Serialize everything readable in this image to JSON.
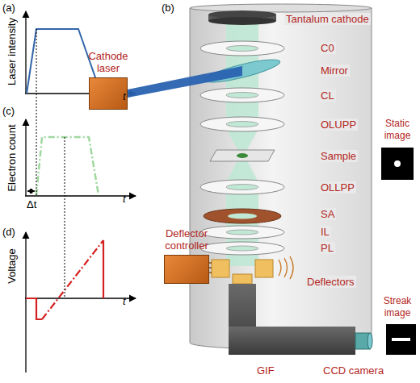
{
  "diagram": {
    "nodes": [
      {
        "text": [
          "Cathode laser"
        ]
      },
      {
        "text": [
          "Deflector controller"
        ]
      }
    ],
    "labels": [
      "(a)",
      "Laser intensity",
      "t",
      "(c)",
      "Electron count",
      "Δt",
      "t",
      "(d)",
      "Voltage",
      "t",
      "(b)",
      "Tantalum cathode",
      "C0",
      "Mirror",
      "CL",
      "OLUPP",
      "Sample",
      "OLLPP",
      "SA",
      "IL",
      "PL",
      "Deflectors",
      "GIF",
      "CCD camera",
      "Static image",
      "Streak image"
    ]
  }
}
